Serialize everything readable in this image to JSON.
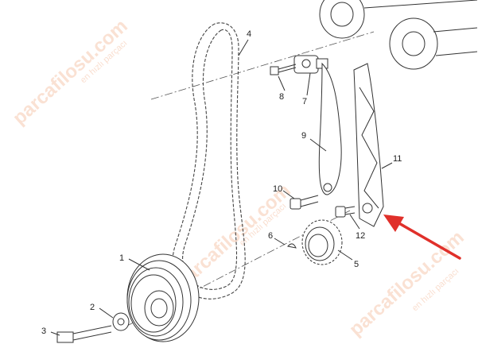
{
  "diagram": {
    "callouts": {
      "c1": "1",
      "c2": "2",
      "c3": "3",
      "c4": "4",
      "c5": "5",
      "c6": "6",
      "c7": "7",
      "c8": "8",
      "c9": "9",
      "c10": "10",
      "c11": "11",
      "c12": "12"
    },
    "watermark": {
      "brand": "parcafilosu.com",
      "tagline": "en hızlı parçacı"
    },
    "arrow_color": "#e0302a"
  }
}
